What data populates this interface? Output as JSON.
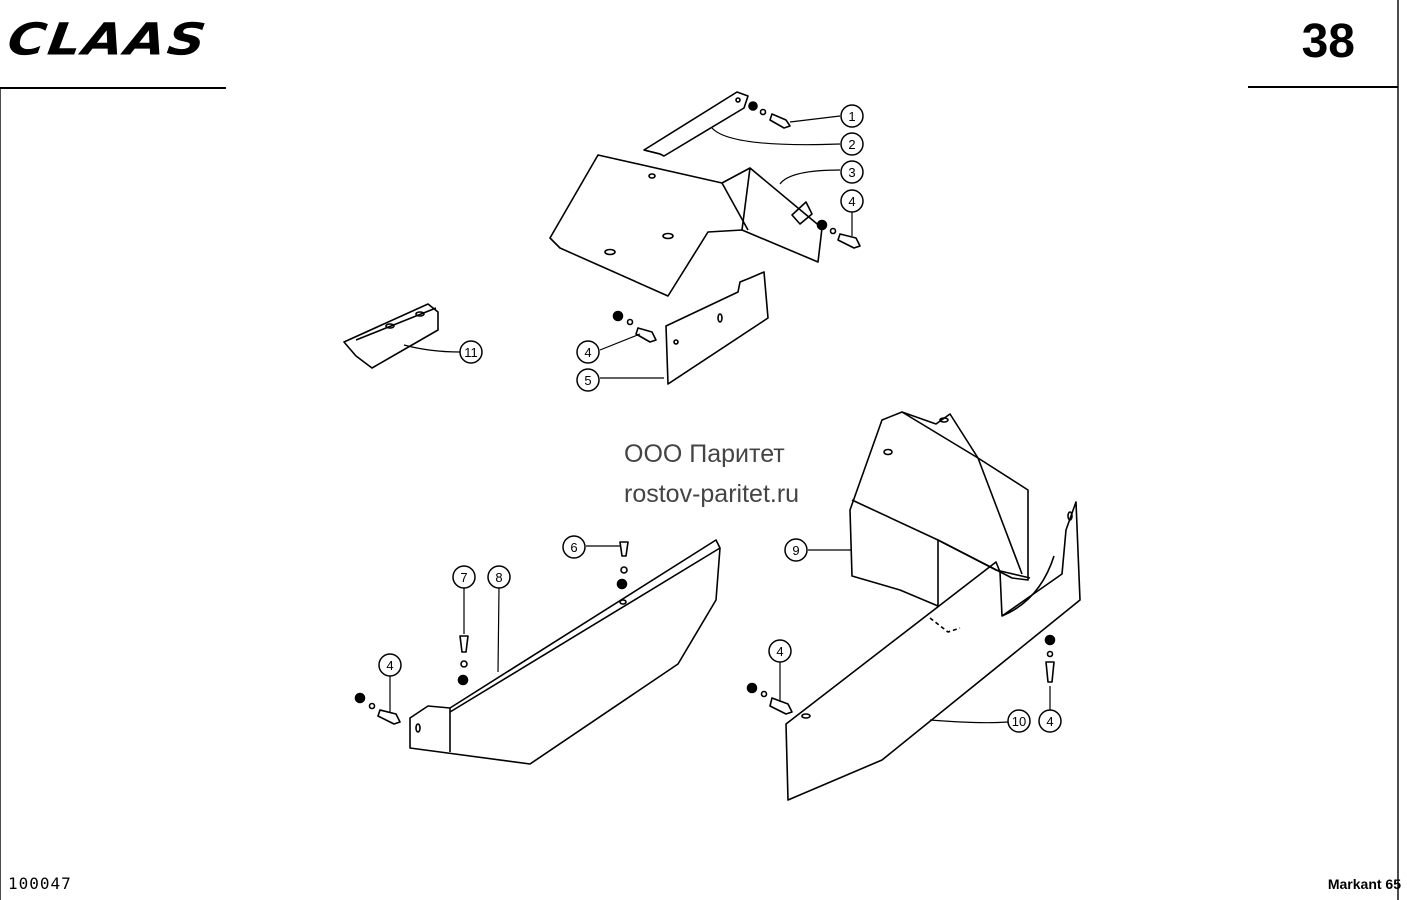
{
  "header": {
    "brand": "CLAAS",
    "page_number": "38"
  },
  "watermark": {
    "company": "ООО Паритет",
    "site": "rostov-paritet.ru"
  },
  "footer": {
    "drawing_number": "100047",
    "model": "Markant 65"
  },
  "callouts": [
    "1",
    "2",
    "3",
    "4",
    "4",
    "5",
    "4",
    "6",
    "7",
    "8",
    "9",
    "4",
    "10",
    "4",
    "11"
  ]
}
